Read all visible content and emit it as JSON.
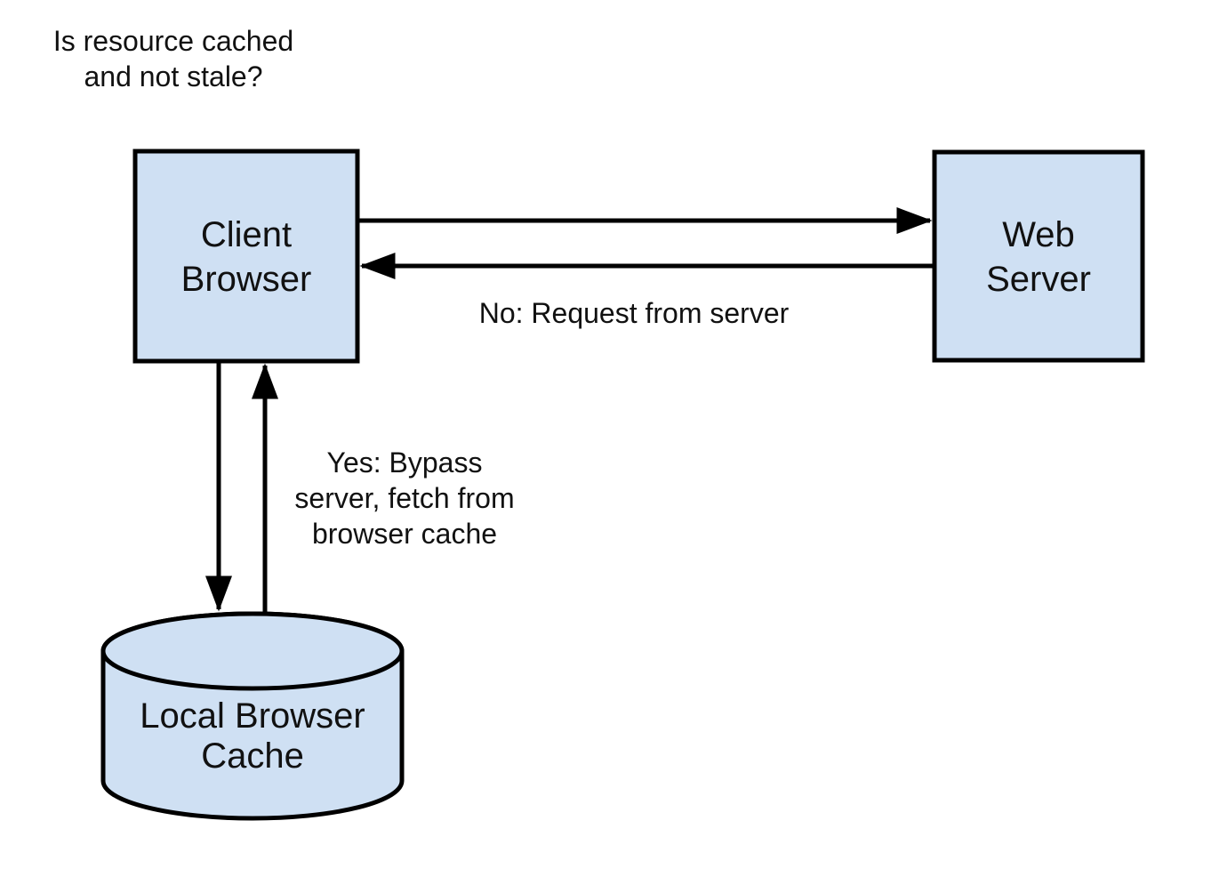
{
  "colors": {
    "node_fill": "#cfe0f3",
    "stroke": "#000000",
    "text": "#111111",
    "background": "#ffffff"
  },
  "question": {
    "line1": "Is resource cached",
    "line2": "and not stale?"
  },
  "nodes": {
    "client_browser": {
      "line1": "Client",
      "line2": "Browser"
    },
    "web_server": {
      "line1": "Web",
      "line2": "Server"
    },
    "local_cache": {
      "line1": "Local Browser",
      "line2": "Cache"
    }
  },
  "edges": {
    "no_label": "No: Request from server",
    "yes_label": {
      "line1": "Yes: Bypass",
      "line2": "server, fetch from",
      "line3": "browser cache"
    }
  }
}
